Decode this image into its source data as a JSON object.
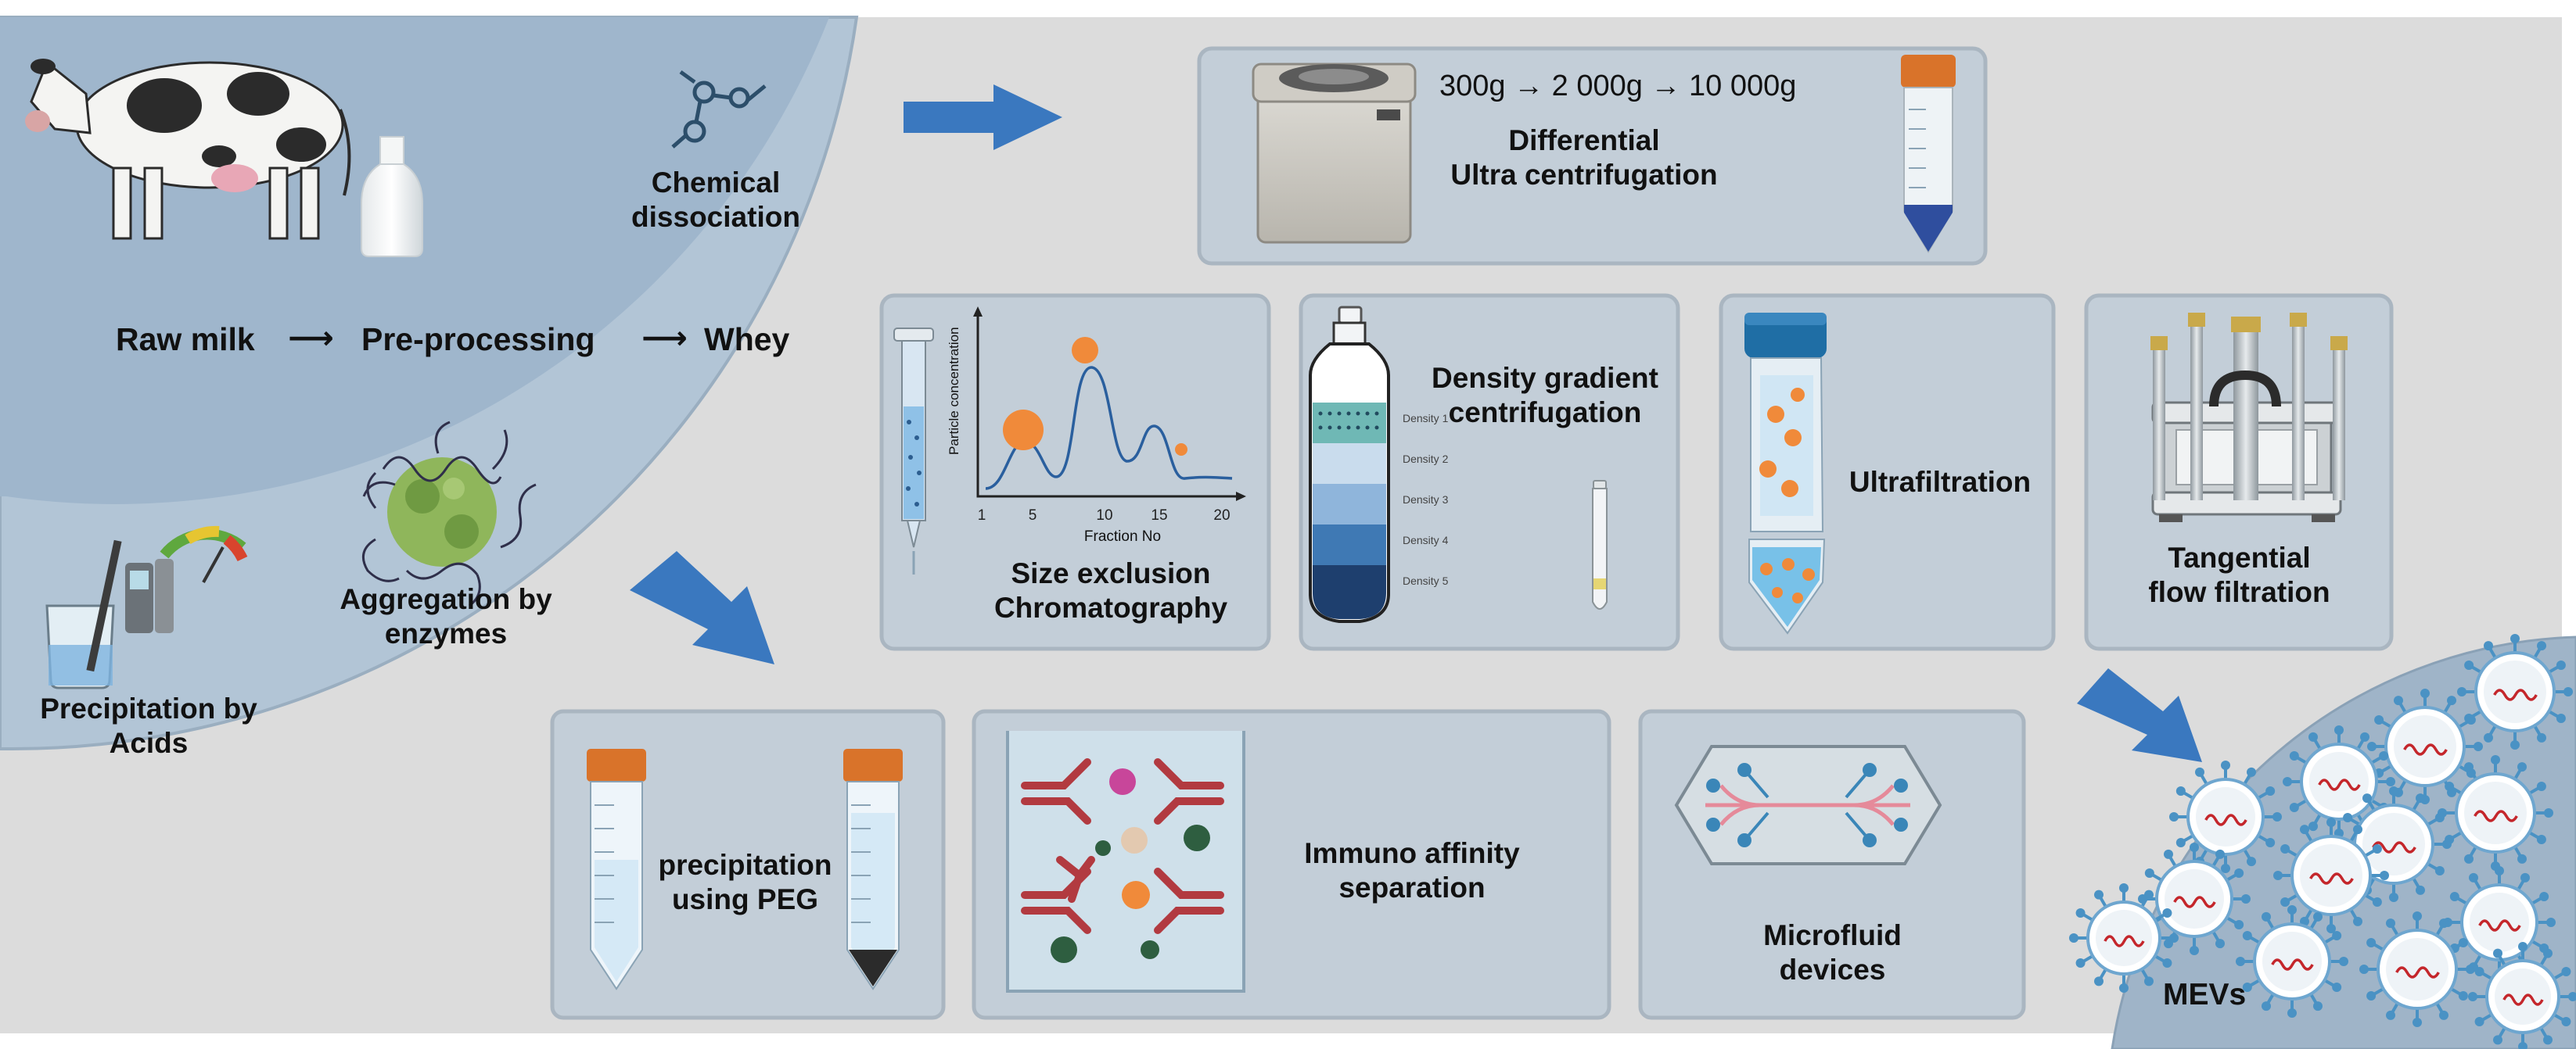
{
  "colors": {
    "background": "#dcdcdc",
    "source_region": "#b2c5d6",
    "milk_region": "#9fb6cc",
    "panel": "#c3ced8",
    "panel_border": "#aab6c1",
    "arrow": "#3a78bf",
    "tube_cap": "#d9732a",
    "particle": "#f08a3a",
    "antibody": "#b23a40",
    "mev_region": "#9fb4c8",
    "mev_membrane": "#ffffff",
    "mev_spike": "#4a92c4",
    "mev_rna": "#c4262b"
  },
  "source": {
    "raw_milk": "Raw milk",
    "pre_processing": "Pre-processing",
    "whey": "Whey",
    "chemical_line1": "Chemical",
    "chemical_line2": "dissociation",
    "aggregation_line1": "Aggregation by",
    "aggregation_line2": "enzymes",
    "precipitation_line1": "Precipitation by",
    "precipitation_line2": "Acids"
  },
  "methods": {
    "centrifugation": {
      "speeds": "300g → 2 000g → 10 000g",
      "line1": "Differential",
      "line2": "Ultra centrifugation"
    },
    "sec": {
      "line1": "Size exclusion",
      "line2": "Chromatography",
      "ylabel": "Particle concentration",
      "xlabel": "Fraction No",
      "ticks": [
        "1",
        "5",
        "10",
        "15",
        "20"
      ]
    },
    "density": {
      "line1": "Density gradient",
      "line2": "centrifugation",
      "layers": [
        "Density 1",
        "Density 2",
        "Density 3",
        "Density 4",
        "Density 5"
      ]
    },
    "ultrafiltration": {
      "label": "Ultrafiltration"
    },
    "tff": {
      "line1": "Tangential",
      "line2": "flow filtration"
    },
    "peg": {
      "line1": "precipitation",
      "line2": "using PEG"
    },
    "immuno": {
      "line1": "Immuno affinity",
      "line2": "separation"
    },
    "microfluid": {
      "line1": "Microfluid",
      "line2": "devices"
    }
  },
  "output": {
    "label": "MEVs"
  }
}
